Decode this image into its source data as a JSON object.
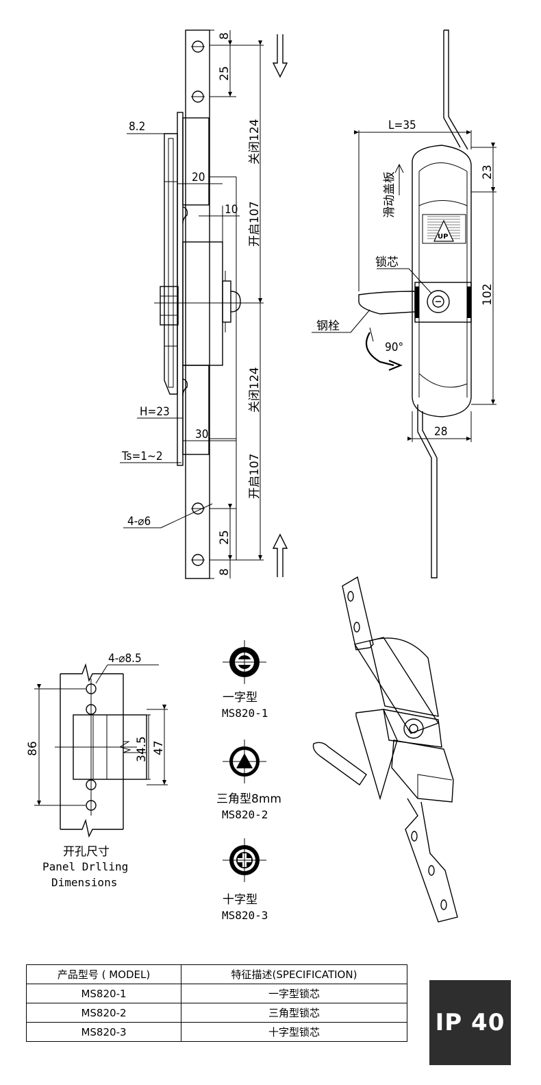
{
  "front_view": {
    "dim_8_top": "8",
    "dim_25_top": "25",
    "dim_8_2": "8.2",
    "dim_20": "20",
    "dim_10": "10",
    "closed_124_top": "关闭124",
    "open_107_top": "开启107",
    "closed_124_bottom": "关闭124",
    "open_107_bottom": "开启107",
    "h_23": "H=23",
    "dim_30": "30",
    "ts": "Ts=1~2",
    "holes": "4-⌀6",
    "dim_25_bottom": "25",
    "dim_8_bottom": "8"
  },
  "side_view": {
    "l_35": "L=35",
    "dim_23": "23",
    "slide_cover": "滑动盖板",
    "lock_core": "锁芯",
    "steel_bolt": "钢栓",
    "rotation": "90°",
    "dim_102": "102",
    "dim_28": "28",
    "up_label": "UP"
  },
  "panel_drilling": {
    "holes": "4-⌀8.5",
    "dim_86": "86",
    "dim_34_5": "34.5",
    "dim_47": "47",
    "title_cn": "开孔尺寸",
    "title_en_1": "Panel Drlling",
    "title_en_2": "Dimensions"
  },
  "core_types": [
    {
      "name": "一字型",
      "code": "MS820-1",
      "icon": "slot-core-icon"
    },
    {
      "name": "三角型8mm",
      "code": "MS820-2",
      "icon": "triangle-core-icon"
    },
    {
      "name": "十字型",
      "code": "MS820-3",
      "icon": "cross-core-icon"
    }
  ],
  "spec_table": {
    "headers": [
      "产品型号 ( MODEL)",
      "特征描述(SPECIFICATION)"
    ],
    "rows": [
      [
        "MS820-1",
        "一字型锁芯"
      ],
      [
        "MS820-2",
        "三角型锁芯"
      ],
      [
        "MS820-3",
        "十字型锁芯"
      ]
    ]
  },
  "badge": "IP 40"
}
